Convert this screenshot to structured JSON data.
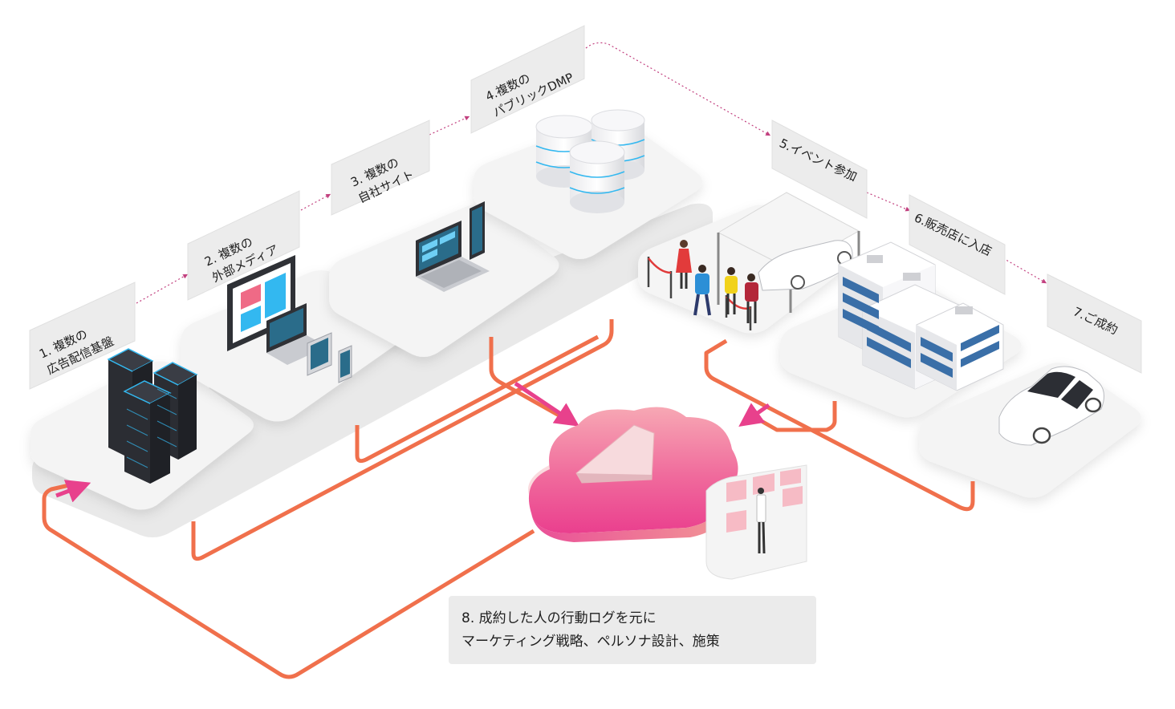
{
  "steps": [
    {
      "id": "ad-platform",
      "lines": [
        "1. 複数の",
        "広告配信基盤"
      ]
    },
    {
      "id": "external-media",
      "lines": [
        "2. 複数の",
        "外部メディア"
      ]
    },
    {
      "id": "own-sites",
      "lines": [
        "3. 複数の",
        "自社サイト"
      ]
    },
    {
      "id": "public-dmp",
      "lines": [
        "4.複数の",
        "パブリックDMP"
      ]
    },
    {
      "id": "event",
      "lines": [
        "5.イベント参加"
      ]
    },
    {
      "id": "dealer",
      "lines": [
        "6.販売店に入店"
      ]
    },
    {
      "id": "contract",
      "lines": [
        "7.ご成約"
      ]
    }
  ],
  "note": {
    "line1": "8. 成約した人の行動ログを元に",
    "line2": "マーケティング戦略、ペルソナ設計、施策"
  },
  "colors": {
    "flow_line": "#f0704c",
    "flow_arrow": "#e8418c",
    "dotted_path": "#c2407f",
    "cloud_top": "#f7a8b4",
    "cloud_bottom": "#ea3f8e",
    "platform": "#f1f1f1",
    "label_box": "#ececec",
    "server": "#2b2d33",
    "server_glow": "#33b8f0"
  },
  "icons": [
    "server-rack-icon",
    "multi-device-icon",
    "laptop-phone-icon",
    "database-icon",
    "event-booth-icon",
    "office-building-icon",
    "car-icon",
    "cloud-analytics-icon",
    "analyst-icon"
  ]
}
